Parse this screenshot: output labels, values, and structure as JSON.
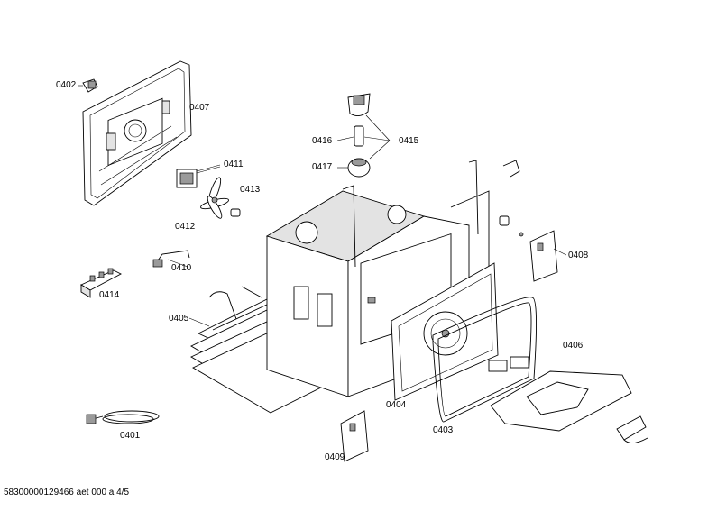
{
  "labels": {
    "p0402": "0402",
    "p0407": "0407",
    "p0411": "0411",
    "p0413": "0413",
    "p0412": "0412",
    "p0410": "0410",
    "p0414": "0414",
    "p0405": "0405",
    "p0401": "0401",
    "p0416": "0416",
    "p0415": "0415",
    "p0417": "0417",
    "p0408": "0408",
    "p0406": "0406",
    "p0404": "0404",
    "p0403": "0403",
    "p0409": "0409"
  },
  "footer": "58300000129466 aet 000 a 4/5"
}
